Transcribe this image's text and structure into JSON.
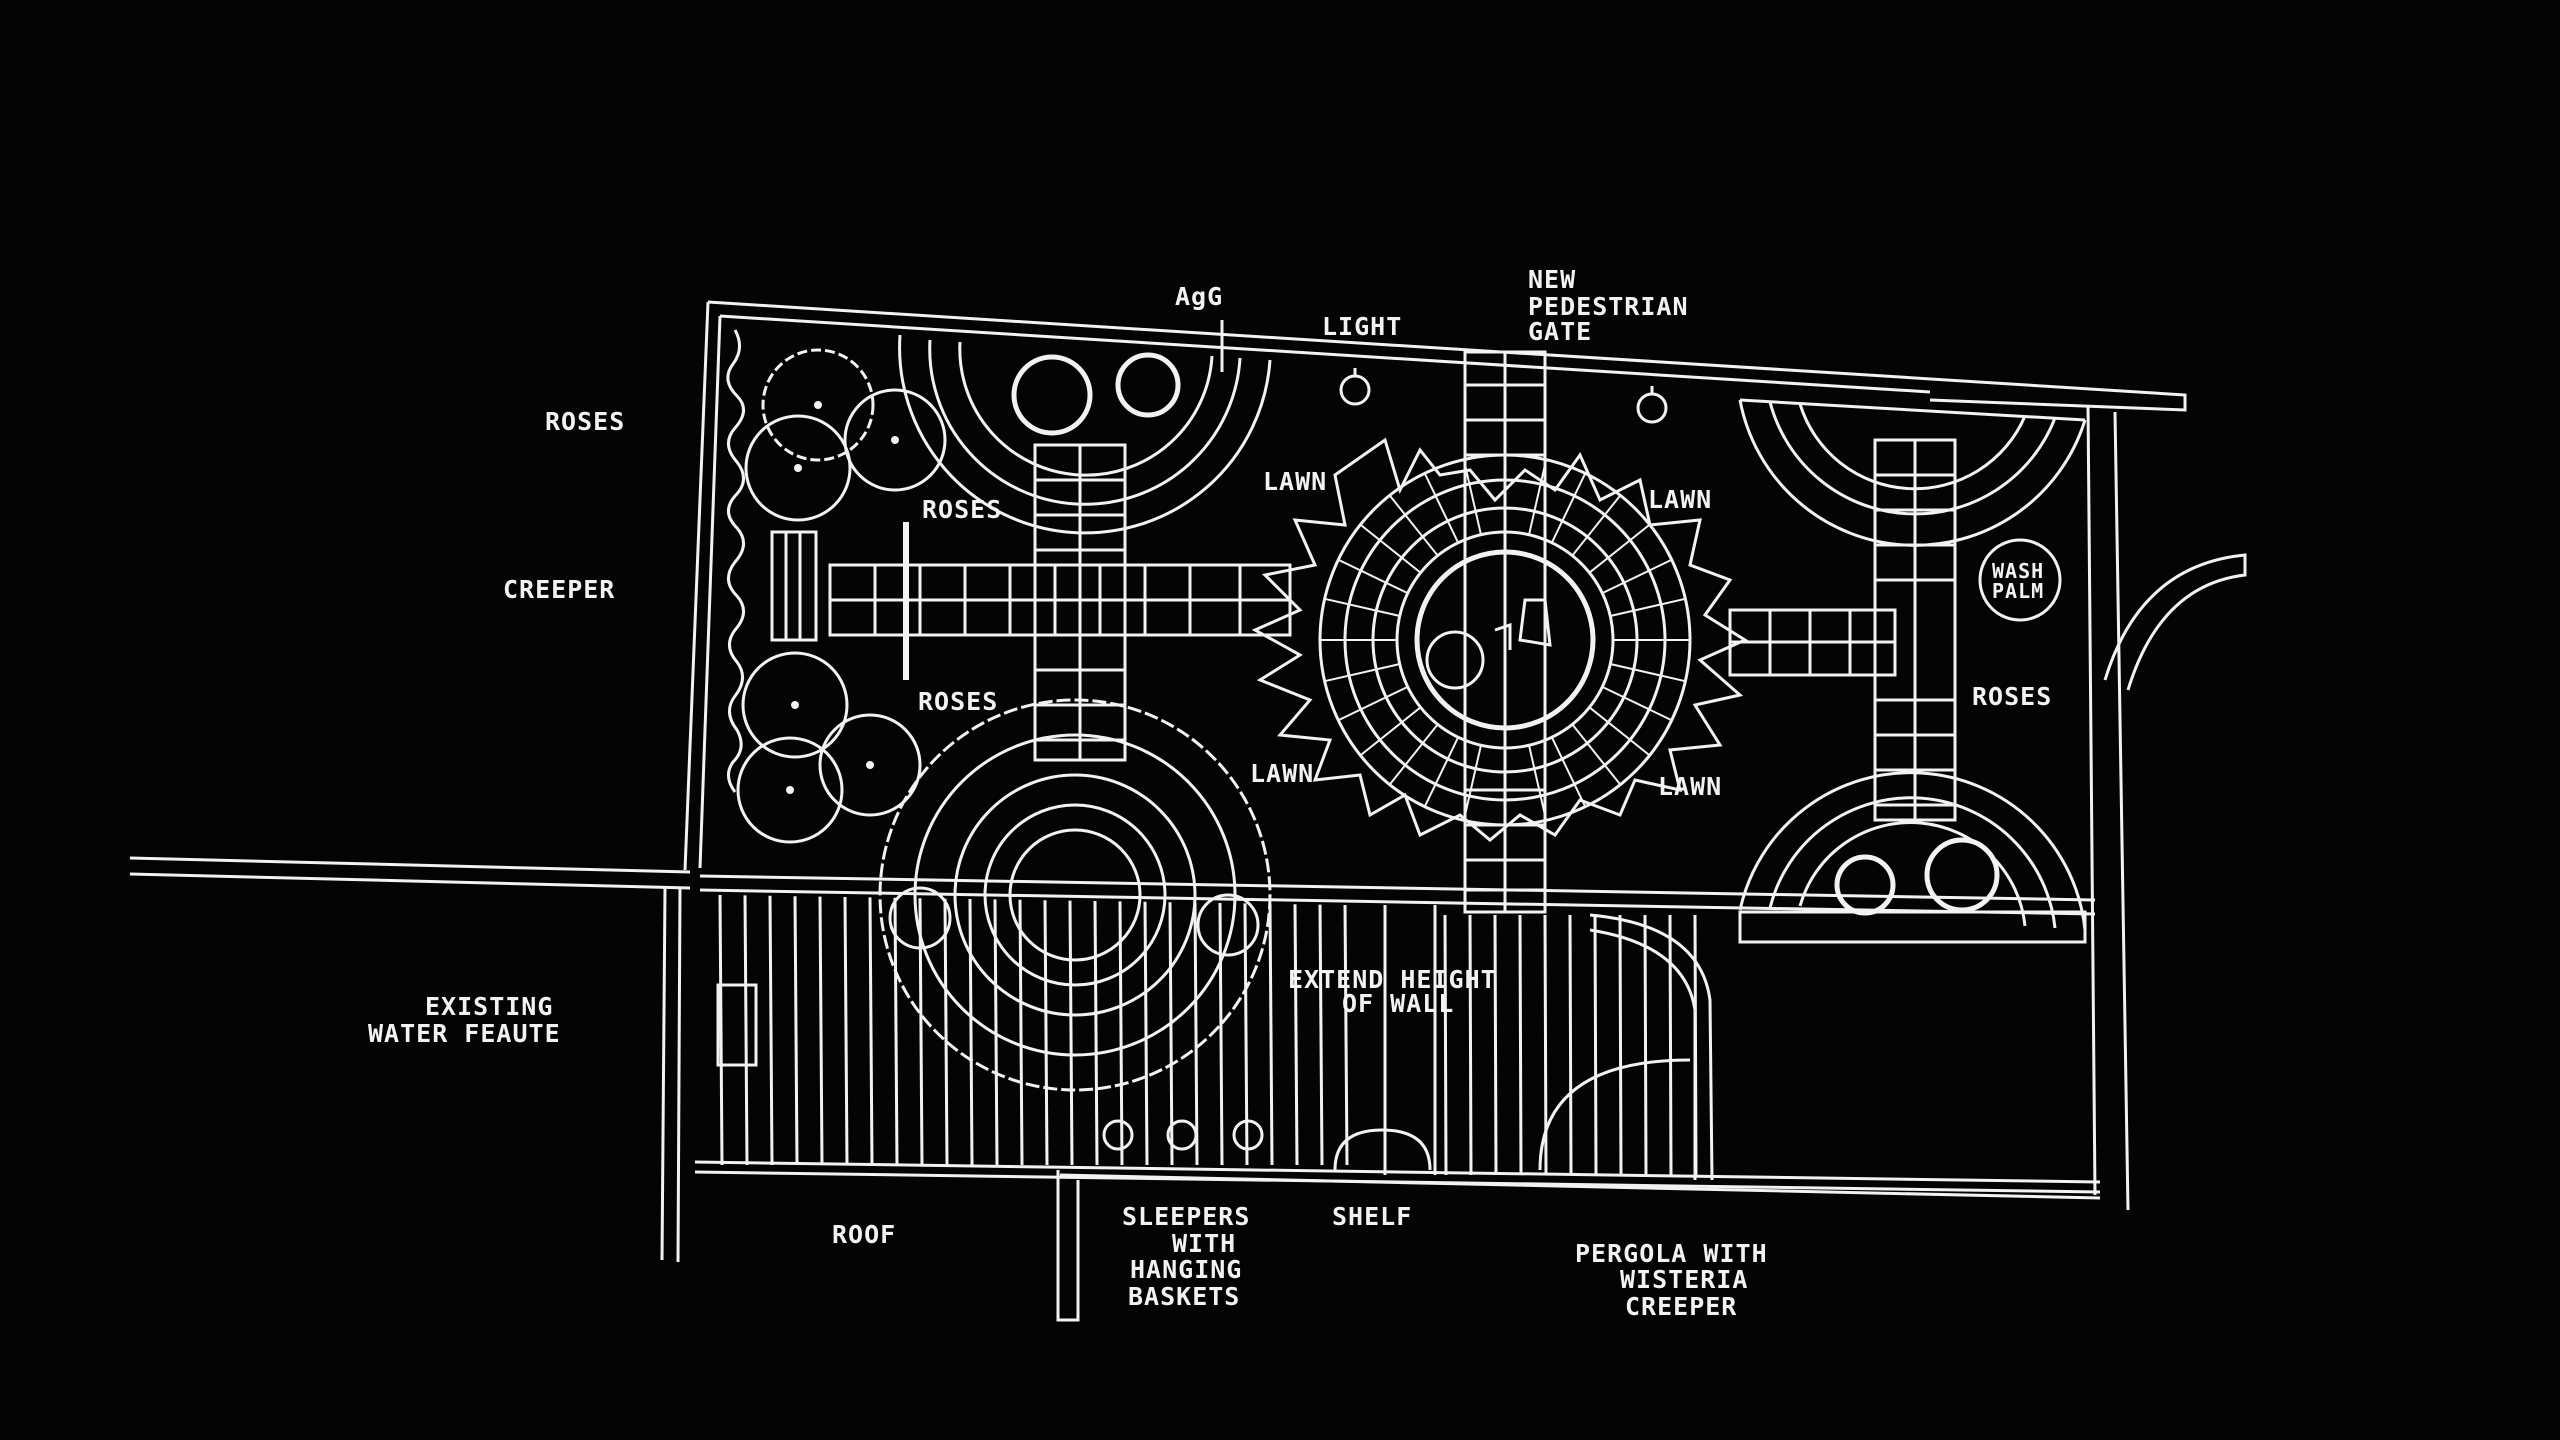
{
  "screen": {
    "background": "#040404",
    "line_color": "#f2f2f2"
  },
  "labels": {
    "agg": "AgG",
    "light": "LIGHT",
    "new_gate_l1": "NEW",
    "new_gate_l2": "PEDESTRIAN",
    "new_gate_l3": "GATE",
    "roses_left": "ROSES",
    "creeper": "CREEPER",
    "roses_top": "ROSES",
    "roses_bottom": "ROSES",
    "roses_right": "ROSES",
    "lawn_tl": "LAWN",
    "lawn_tr": "LAWN",
    "lawn_bl": "LAWN",
    "lawn_br": "LAWN",
    "wash_palm_l1": "WASH",
    "wash_palm_l2": "PALM",
    "existing_l1": "EXISTING",
    "existing_l2": "WATER FEAUTE",
    "extend_l1": "EXTEND HEIGHT",
    "extend_l2": "OF WALL",
    "roof": "ROOF",
    "sleepers_l1": "SLEEPERS",
    "sleepers_l2": "WITH",
    "sleepers_l3": "HANGING",
    "sleepers_l4": "BASKETS",
    "shelf": "SHELF",
    "pergola_l1": "PERGOLA WITH",
    "pergola_l2": "WISTERIA",
    "pergola_l3": "CREEPER"
  }
}
